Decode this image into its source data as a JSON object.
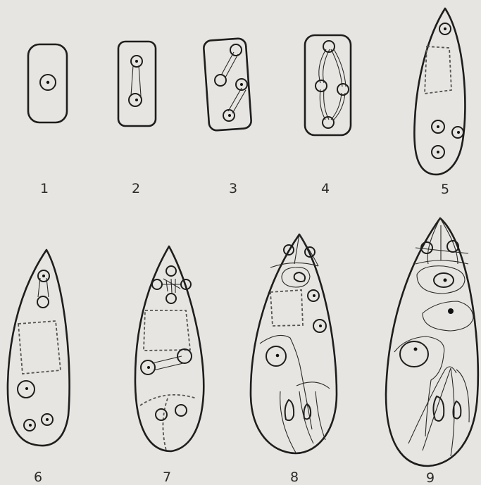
{
  "figure": {
    "stage_labels": [
      "1",
      "2",
      "3",
      "4",
      "5",
      "6",
      "7",
      "8",
      "9"
    ],
    "colors": {
      "background": "#e6e5e1",
      "ink": "#1e1e1e"
    }
  }
}
